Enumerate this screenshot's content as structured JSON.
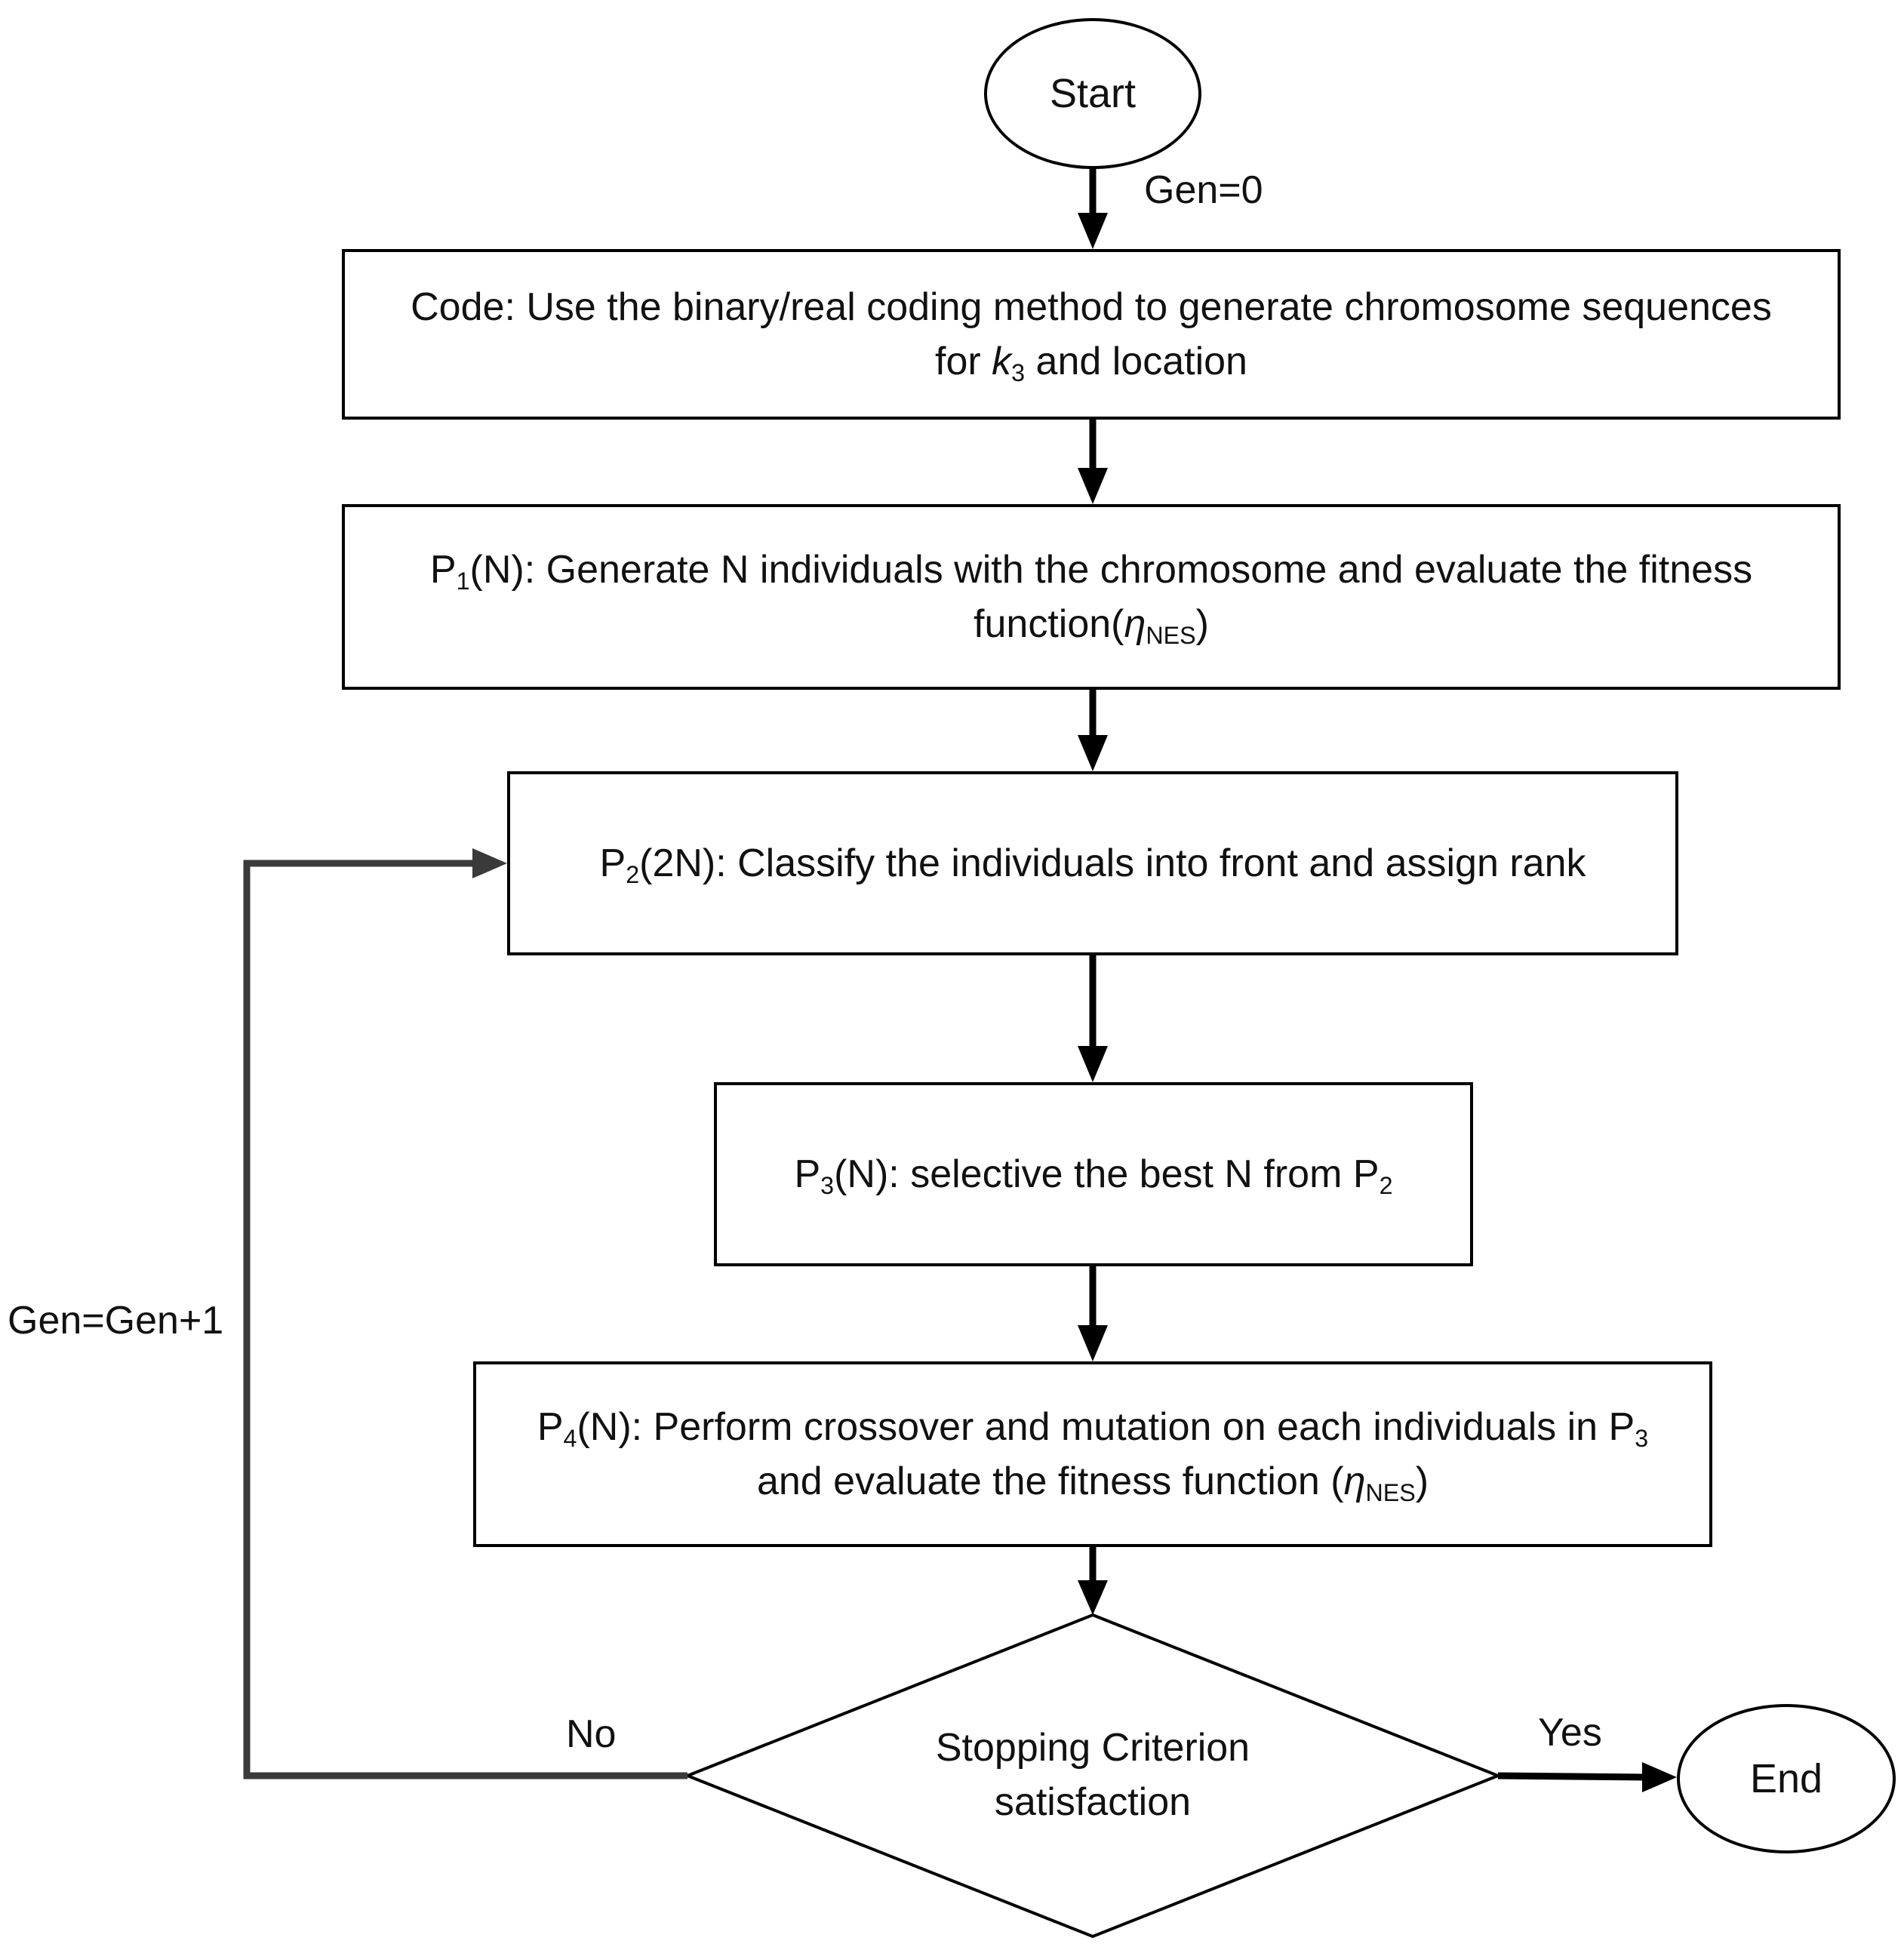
{
  "nodes": {
    "start": {
      "label": "Start"
    },
    "code": {
      "line1": "Code: Use the binary/real coding method to  generate chromosome sequences",
      "line2_pre": "for ",
      "line2_var": "k",
      "line2_sub": "3",
      "line2_post": " and location"
    },
    "p1": {
      "prefix": "P",
      "sub": "1",
      "line1_rest": "(N): Generate N individuals with the chromosome and evaluate  the  fitness",
      "line2_pre": "function(",
      "line2_var": "η",
      "line2_sub": "NES",
      "line2_post": ")"
    },
    "p2": {
      "prefix": "P",
      "sub": "2",
      "rest": "(2N): Classify the individuals into front and assign rank"
    },
    "p3": {
      "prefix": "P",
      "sub": "3",
      "rest": "(N): selective the best N from P",
      "sub2": "2"
    },
    "p4": {
      "prefix": "P",
      "sub": "4",
      "line1_rest": "(N): Perform crossover and mutation on each individuals in P",
      "line1_sub": "3",
      "line2_pre": "and evaluate the fitness function (",
      "line2_var": "η",
      "line2_sub": "NES",
      "line2_post": ")"
    },
    "decision": {
      "line1": "Stopping Criterion",
      "line2": "satisfaction"
    },
    "end": {
      "label": "End"
    }
  },
  "edge_labels": {
    "gen0": "Gen=0",
    "loop": "Gen=Gen+1",
    "no": "No",
    "yes": "Yes"
  }
}
